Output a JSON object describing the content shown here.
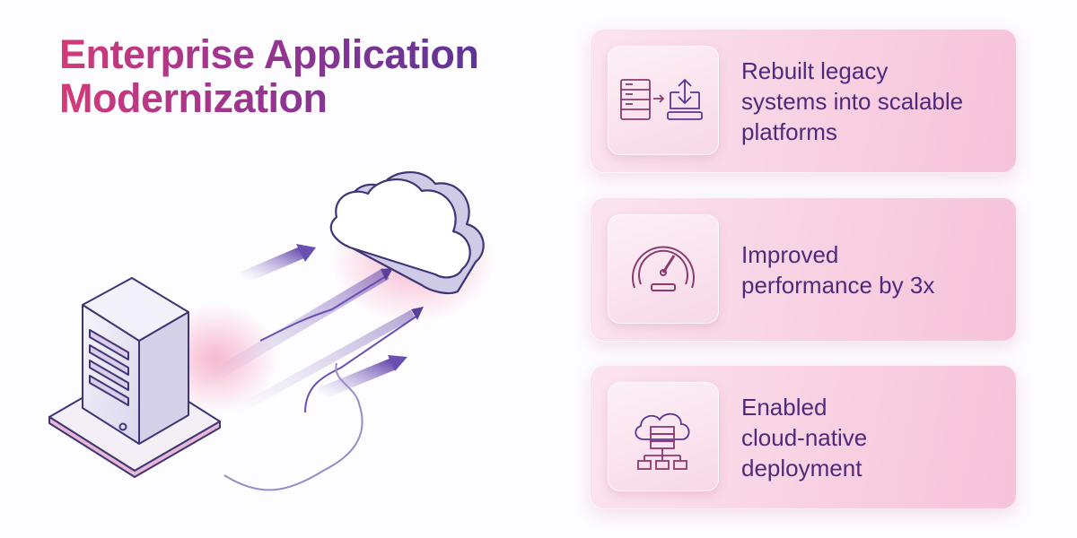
{
  "title": {
    "line1": "Enterprise Application",
    "line2": "Modernization"
  },
  "cards": [
    {
      "icon": "server-migration-icon",
      "lines": [
        "Rebuilt legacy",
        "systems into scalable",
        "platforms"
      ]
    },
    {
      "icon": "speedometer-icon",
      "lines": [
        "Improved",
        "performance by 3x"
      ]
    },
    {
      "icon": "cloud-network-icon",
      "lines": [
        "Enabled",
        "cloud-native",
        "deployment"
      ]
    }
  ],
  "colors": {
    "title_start": "#d43a78",
    "title_end": "#5b3596",
    "text": "#4e2a7c",
    "icon_stroke": "#8a3a6e"
  }
}
